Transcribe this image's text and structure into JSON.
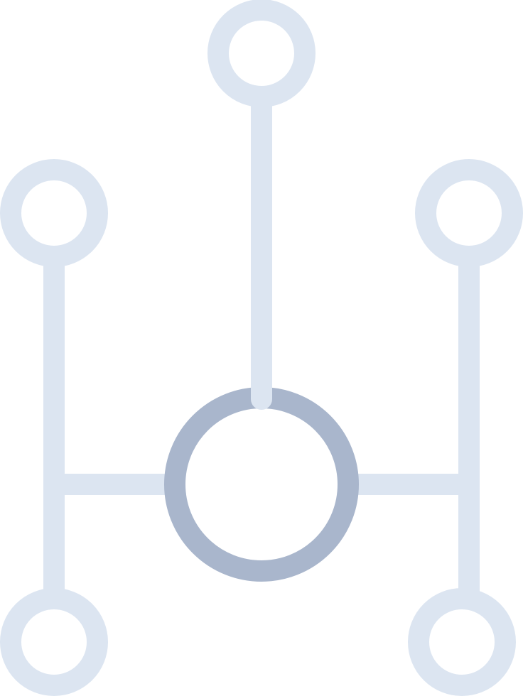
{
  "icon": {
    "name": "network-hub-icon",
    "colors": {
      "light": "#dce5f1",
      "hub": "#a9b6cc",
      "background": "#ffffff"
    },
    "nodes": [
      {
        "id": "top",
        "role": "leaf"
      },
      {
        "id": "upper-left",
        "role": "leaf"
      },
      {
        "id": "upper-right",
        "role": "leaf"
      },
      {
        "id": "lower-left",
        "role": "leaf"
      },
      {
        "id": "lower-right",
        "role": "leaf"
      },
      {
        "id": "center",
        "role": "hub"
      }
    ]
  }
}
